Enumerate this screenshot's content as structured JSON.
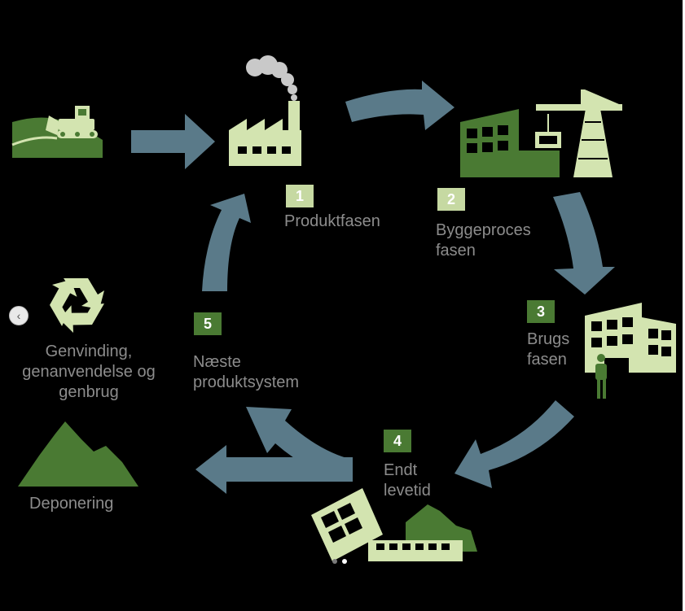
{
  "colors": {
    "background": "#000000",
    "arrow": "#5a7a89",
    "light_green": "#d3e4b0",
    "dark_green": "#4a7a33",
    "mid_green": "#5a8f3c",
    "label": "#8c8c8c"
  },
  "stages": [
    {
      "number": "1",
      "label": "Produktfasen",
      "icon": "factory-icon"
    },
    {
      "number": "2",
      "label": "Byggeproces\nfasen",
      "icon": "construction-crane-icon"
    },
    {
      "number": "3",
      "label": "Brugs\nfasen",
      "icon": "occupied-building-icon"
    },
    {
      "number": "4",
      "label": "Endt\nlevetid",
      "icon": "demolished-building-icon"
    },
    {
      "number": "5",
      "label": "Næste\nproduktsystem",
      "icon": "none"
    }
  ],
  "side_outcomes": [
    {
      "label": "Genvinding,\ngenanvendelse og\ngenbrug",
      "icon": "recycle-icon"
    },
    {
      "label": "Deponering",
      "icon": "landfill-mountains-icon"
    }
  ],
  "raw_material_icon": "bulldozer-icon",
  "carousel": {
    "prev_icon": "chevron-left-icon",
    "prev_symbol": "‹",
    "dot_count": 2,
    "active_dot": 1
  }
}
